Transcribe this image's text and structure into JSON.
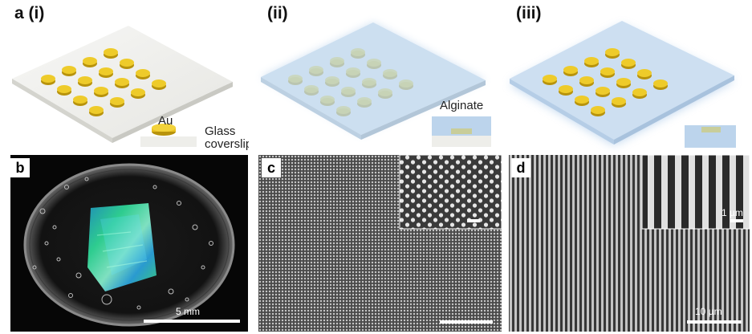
{
  "panel_a": {
    "label_i": "a (i)",
    "label_ii": "(ii)",
    "label_iii": "(iii)",
    "legend_au": "Au",
    "legend_glass_1": "Glass",
    "legend_glass_2": "coverslip",
    "legend_alginate": "Alginate"
  },
  "panel_b": {
    "label": "b",
    "scale_text": "5 mm"
  },
  "panel_c": {
    "label": "c"
  },
  "panel_d": {
    "label": "d",
    "inset_scale_text": "1 µm",
    "scale_text": "10 µm"
  },
  "colors": {
    "gold": "#e8c021",
    "gold_dark": "#b8930c",
    "glass": "#eeeeea",
    "alginate": "#bcd4ec",
    "sem_background": "#4a4a4a",
    "dark_background": "#060606",
    "iridescent_green": "#2ecc8f"
  }
}
